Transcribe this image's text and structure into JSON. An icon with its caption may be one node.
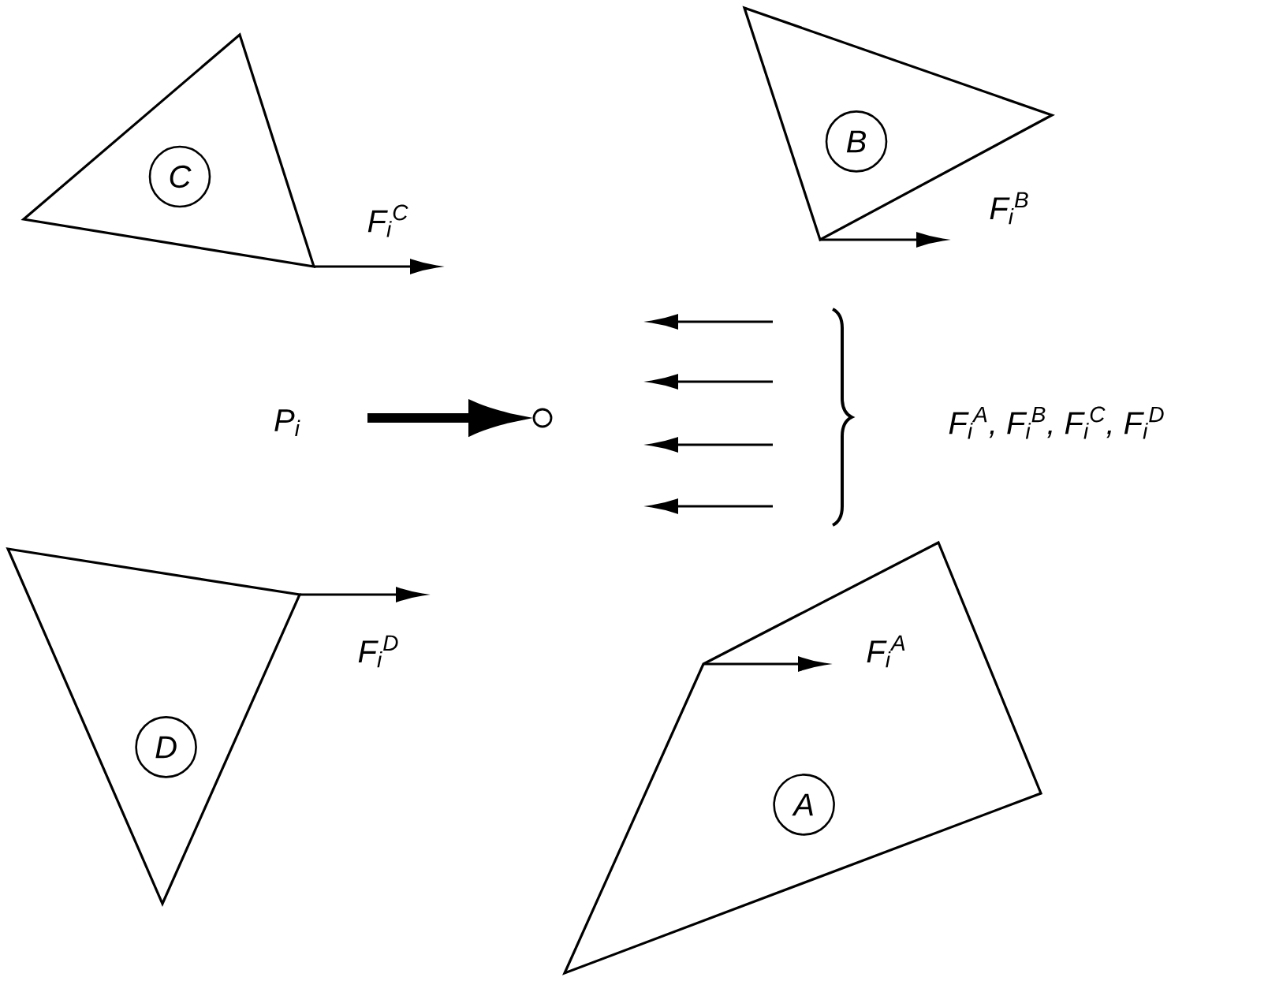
{
  "diagram": {
    "nodes": [
      {
        "text": [],
        "shape": "triangle"
      },
      {
        "text": [
          "C"
        ],
        "in": 0
      },
      {
        "text": [],
        "shape": "triangle"
      },
      {
        "text": [
          "B"
        ],
        "in": 2
      },
      {
        "text": [],
        "shape": "triangle"
      },
      {
        "text": [
          "D"
        ],
        "in": 4
      },
      {
        "text": [],
        "shape": "quadrilateral"
      },
      {
        "text": [
          "A"
        ],
        "in": 6
      }
    ],
    "labels": [
      "F$_{i}$$^{C}$",
      "F$_{i}$$^{B}$",
      "P$_{i}$",
      "F$_{i}$$^{A}$,  F$_{i}$$^{B}$,  F$_{i}$$^{C}$,  F$_{i}$$^{D}$",
      "F$_{i}$$^{D}$",
      "F$_{i}$$^{A}$"
    ]
  }
}
